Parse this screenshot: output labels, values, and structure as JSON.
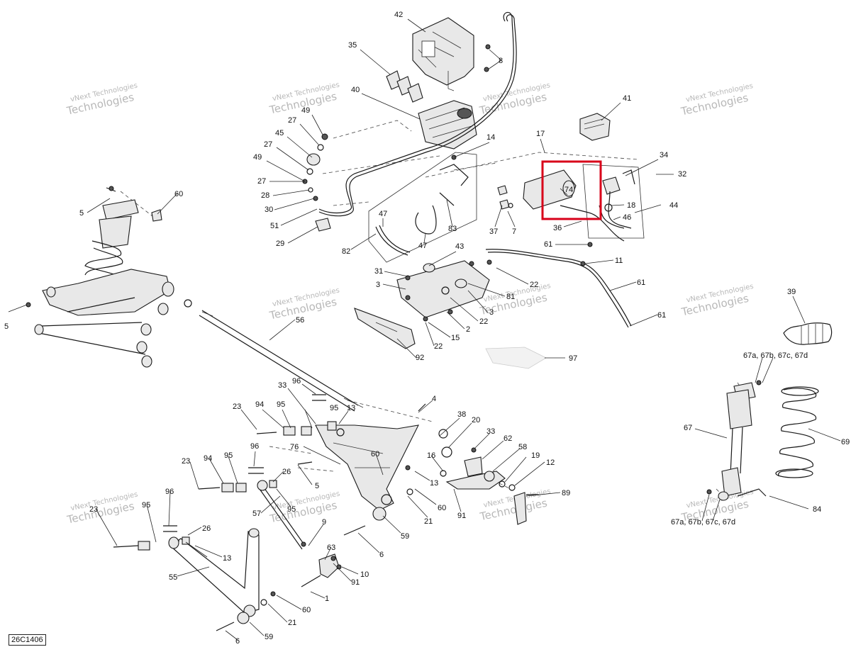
{
  "diagram": {
    "drawing_code": "26C1406",
    "watermark_line1": "vNext Technologies",
    "watermark_line2": "Technologies",
    "highlight_color": "#d8001a",
    "callouts": [
      "42",
      "35",
      "8",
      "40",
      "49",
      "27",
      "45",
      "27",
      "49",
      "27",
      "28",
      "30",
      "51",
      "29",
      "41",
      "17",
      "14",
      "34",
      "32",
      "74",
      "18",
      "44",
      "46",
      "36",
      "37",
      "7",
      "47",
      "47",
      "83",
      "82",
      "43",
      "61",
      "11",
      "31",
      "3",
      "81",
      "22",
      "22",
      "3",
      "2",
      "15",
      "22",
      "92",
      "61",
      "61",
      "5",
      "60",
      "5",
      "56",
      "97",
      "39",
      "67a, 67b, 67c, 67d",
      "67",
      "69",
      "84",
      "67a, 67b, 67c, 67d",
      "96",
      "33",
      "4",
      "23",
      "94",
      "95",
      "95",
      "13",
      "96",
      "38",
      "20",
      "33",
      "76",
      "60",
      "62",
      "58",
      "16",
      "19",
      "12",
      "23",
      "94",
      "95",
      "26",
      "5",
      "13",
      "89",
      "96",
      "57",
      "95",
      "60",
      "21",
      "59",
      "91",
      "23",
      "95",
      "26",
      "9",
      "63",
      "6",
      "10",
      "91",
      "13",
      "55",
      "60",
      "1",
      "21",
      "59",
      "6"
    ]
  }
}
